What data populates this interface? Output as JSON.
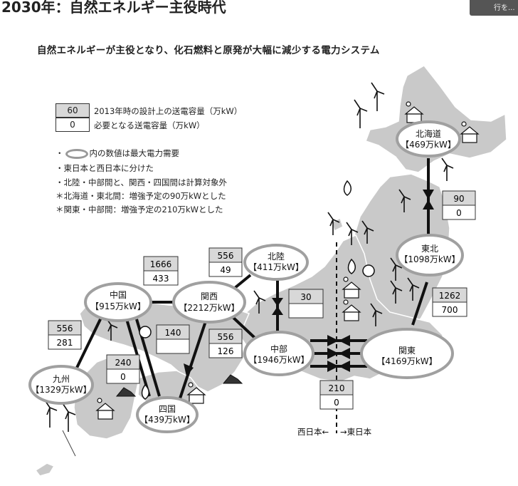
{
  "title": "2030年：自然エネルギー主役時代",
  "corner_label": "行を...",
  "subtitle": "自然エネルギーが主役となり、化石燃料と原発が大幅に減少する電力システム",
  "legend": {
    "top_value": "60",
    "top_label": "2013年時の設計上の送電容量（万kW）",
    "bottom_value": "0",
    "bottom_label": "必要となる送電容量（万kW）"
  },
  "notes": [
    {
      "prefix": "・",
      "text": "内の数値は最大電力需要"
    },
    {
      "prefix": "",
      "text": "・東日本と西日本に分けた"
    },
    {
      "prefix": "",
      "text": "・北陸・中部間と、関西・四国間は計算対象外"
    },
    {
      "prefix": "",
      "text": "＊北海道・東北間：増強予定の90万kWとした"
    },
    {
      "prefix": "",
      "text": "＊関東・中部間：増強予定の210万kWとした"
    }
  ],
  "regions": {
    "hokkaido": {
      "name": "北海道",
      "demand": "【469万kW】"
    },
    "tohoku": {
      "name": "東北",
      "demand": "【1098万kW】"
    },
    "kanto": {
      "name": "関東",
      "demand": "【4169万kW】"
    },
    "chubu": {
      "name": "中部",
      "demand": "【1946万kW】"
    },
    "hokuriku": {
      "name": "北陸",
      "demand": "【411万kW】"
    },
    "kansai": {
      "name": "関西",
      "demand": "【2212万kW】"
    },
    "chugoku": {
      "name": "中国",
      "demand": "【915万kW】"
    },
    "shikoku": {
      "name": "四国",
      "demand": "【439万kW】"
    },
    "kyushu": {
      "name": "九州",
      "demand": "【1329万kW】"
    }
  },
  "capacities": {
    "hokkaido_tohoku": {
      "design": "90",
      "required": "0"
    },
    "tohoku_kanto": {
      "design": "1262",
      "required": "700"
    },
    "hokuriku_chubu": {
      "design": "30",
      "required": ""
    },
    "kansai_hokuriku": {
      "design": "556",
      "required": "49"
    },
    "chugoku_kansai": {
      "design": "1666",
      "required": "433"
    },
    "kansai_chubu": {
      "design": "556",
      "required": "126"
    },
    "kansai_shikoku": {
      "design": "140",
      "required": ""
    },
    "chugoku_kyushu": {
      "design": "556",
      "required": "281"
    },
    "chugoku_shikoku": {
      "design": "240",
      "required": "0"
    },
    "chubu_kanto": {
      "design": "210",
      "required": "0"
    }
  },
  "divider": {
    "west": "西日本←",
    "east": "→東日本"
  },
  "colors": {
    "land": "#c9c9c9",
    "coast": "#ffffff",
    "value_fill": "#d8d8d8",
    "ellipse": "#a0a0a0",
    "line": "#111111"
  }
}
